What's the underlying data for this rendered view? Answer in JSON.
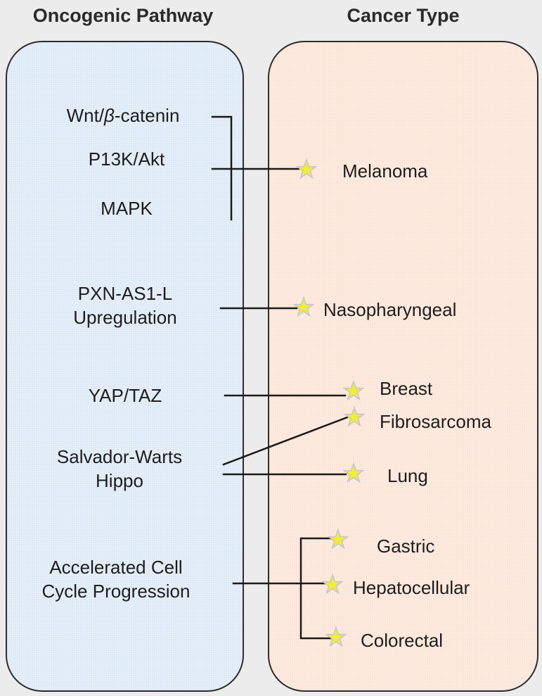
{
  "headers": {
    "left": "Oncogenic Pathway",
    "right": "Cancer Type"
  },
  "pathways": {
    "wnt_prefix": "Wnt/",
    "wnt_beta": "β",
    "wnt_suffix": "-catenin",
    "pi3k": "P13K/Akt",
    "mapk": "MAPK",
    "pxn_line1": "PXN-AS1-L",
    "pxn_line2": "Upregulation",
    "yap": "YAP/TAZ",
    "salvador_line1": "Salvador-Warts",
    "salvador_line2": "Hippo",
    "cell_cycle_line1": "Accelerated Cell",
    "cell_cycle_line2": "Cycle Progression"
  },
  "cancers": {
    "melanoma": "Melanoma",
    "nasopharyngeal": "Nasopharyngeal",
    "breast": "Breast",
    "fibrosarcoma": "Fibrosarcoma",
    "lung": "Lung",
    "gastric": "Gastric",
    "hepatocellular": "Hepatocellular",
    "colorectal": "Colorectal"
  },
  "colors": {
    "left_panel": "#dce9f5",
    "right_panel": "#fce4d6",
    "star_fill": "#f2ec3a",
    "star_stroke": "#c9c9c9",
    "line": "#1a1a1a"
  },
  "icons": {
    "star": "star-icon"
  }
}
